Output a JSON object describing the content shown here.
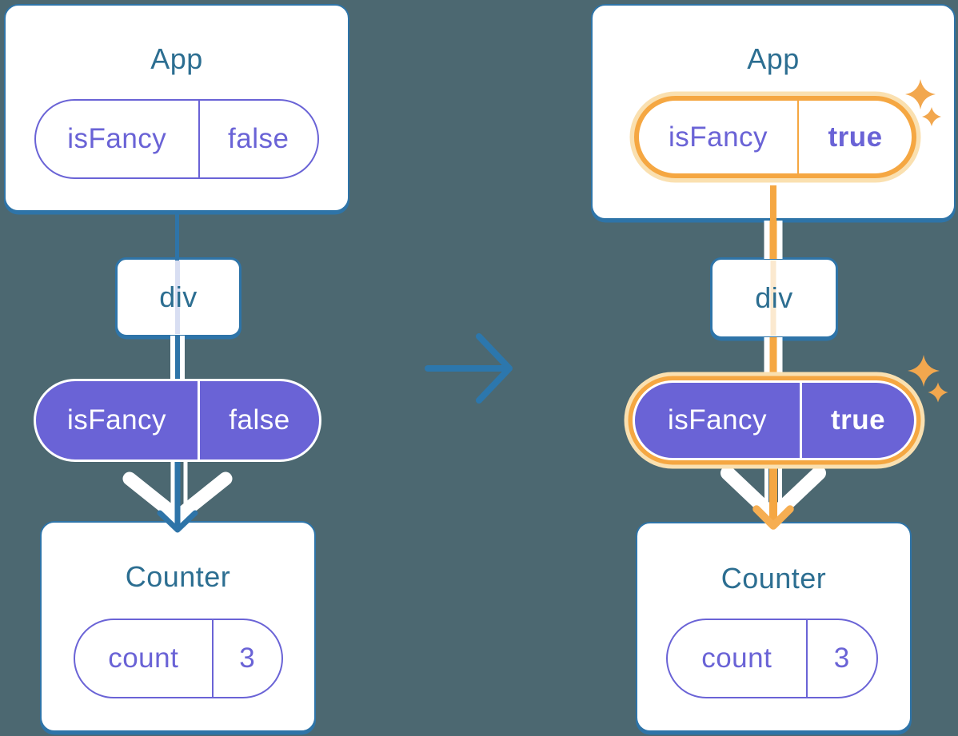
{
  "colors": {
    "background": "#4C6871",
    "card_border_blue": "#2E74A8",
    "title_text": "#2C6E91",
    "purple": "#6A63D6",
    "lavender_trace": "#D8DEF2",
    "orange_highlight": "#F5A742",
    "orange_halo": "#FAE0B0",
    "peach_trace": "#FBE9CF",
    "sparkle": "#F2A74E",
    "white": "#FFFFFF"
  },
  "left_tree": {
    "app": {
      "title": "App",
      "prop_name": "isFancy",
      "prop_value": "false"
    },
    "div_node": {
      "title": "div"
    },
    "passed_prop": {
      "name": "isFancy",
      "value": "false"
    },
    "counter": {
      "title": "Counter",
      "state_name": "count",
      "state_value": "3"
    },
    "highlighted": false
  },
  "right_tree": {
    "app": {
      "title": "App",
      "prop_name": "isFancy",
      "prop_value": "true"
    },
    "div_node": {
      "title": "div"
    },
    "passed_prop": {
      "name": "isFancy",
      "value": "true"
    },
    "counter": {
      "title": "Counter",
      "state_name": "count",
      "state_value": "3"
    },
    "highlighted": true
  }
}
